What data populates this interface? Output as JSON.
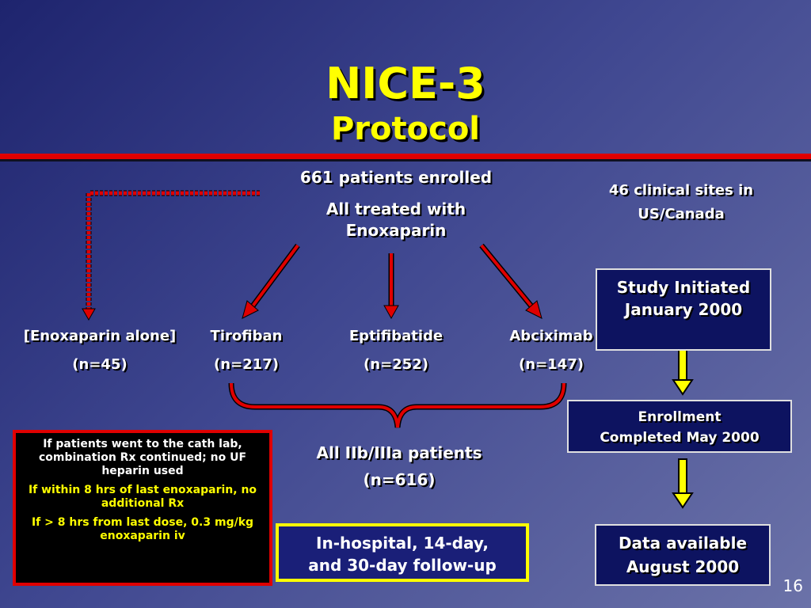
{
  "title": "NICE-3",
  "subtitle": "Protocol",
  "enrolled": "661 patients enrolled",
  "treated_line1": "All treated with",
  "treated_line2": "Enoxaparin",
  "sites_line1": "46 clinical sites in",
  "sites_line2": "US/Canada",
  "arms": [
    {
      "name": "[Enoxaparin alone]",
      "n": "(n=45)"
    },
    {
      "name": "Tirofiban",
      "n": "(n=217)"
    },
    {
      "name": "Eptifibatide",
      "n": "(n=252)"
    },
    {
      "name": "Abciximab",
      "n": "(n=147)"
    }
  ],
  "all_iib_line1": "All IIb/IIIa patients",
  "all_iib_line2": "(n=616)",
  "cath_box": {
    "para1": "If patients went to the cath lab, combination Rx continued; no UF heparin used",
    "para2": "If within 8 hrs of last enoxaparin, no additional Rx",
    "para3": "If > 8 hrs from last dose, 0.3 mg/kg enoxaparin iv"
  },
  "followup_line1": "In-hospital, 14-day,",
  "followup_line2": "and 30-day follow-up",
  "timeline": {
    "study_line1": "Study Initiated",
    "study_line2": "January 2000",
    "enroll_line1": "Enrollment",
    "enroll_line2": "Completed May 2000",
    "data_line1": "Data available",
    "data_line2": "August 2000"
  },
  "page_number": "16",
  "colors": {
    "title": "#ffff00",
    "rule": "#e00000",
    "arrow_red": "#e00000",
    "arrow_yellow": "#ffff00",
    "box_border_red": "#e00000",
    "box_border_yellow": "#ffff00",
    "navy": "#0d1360"
  }
}
